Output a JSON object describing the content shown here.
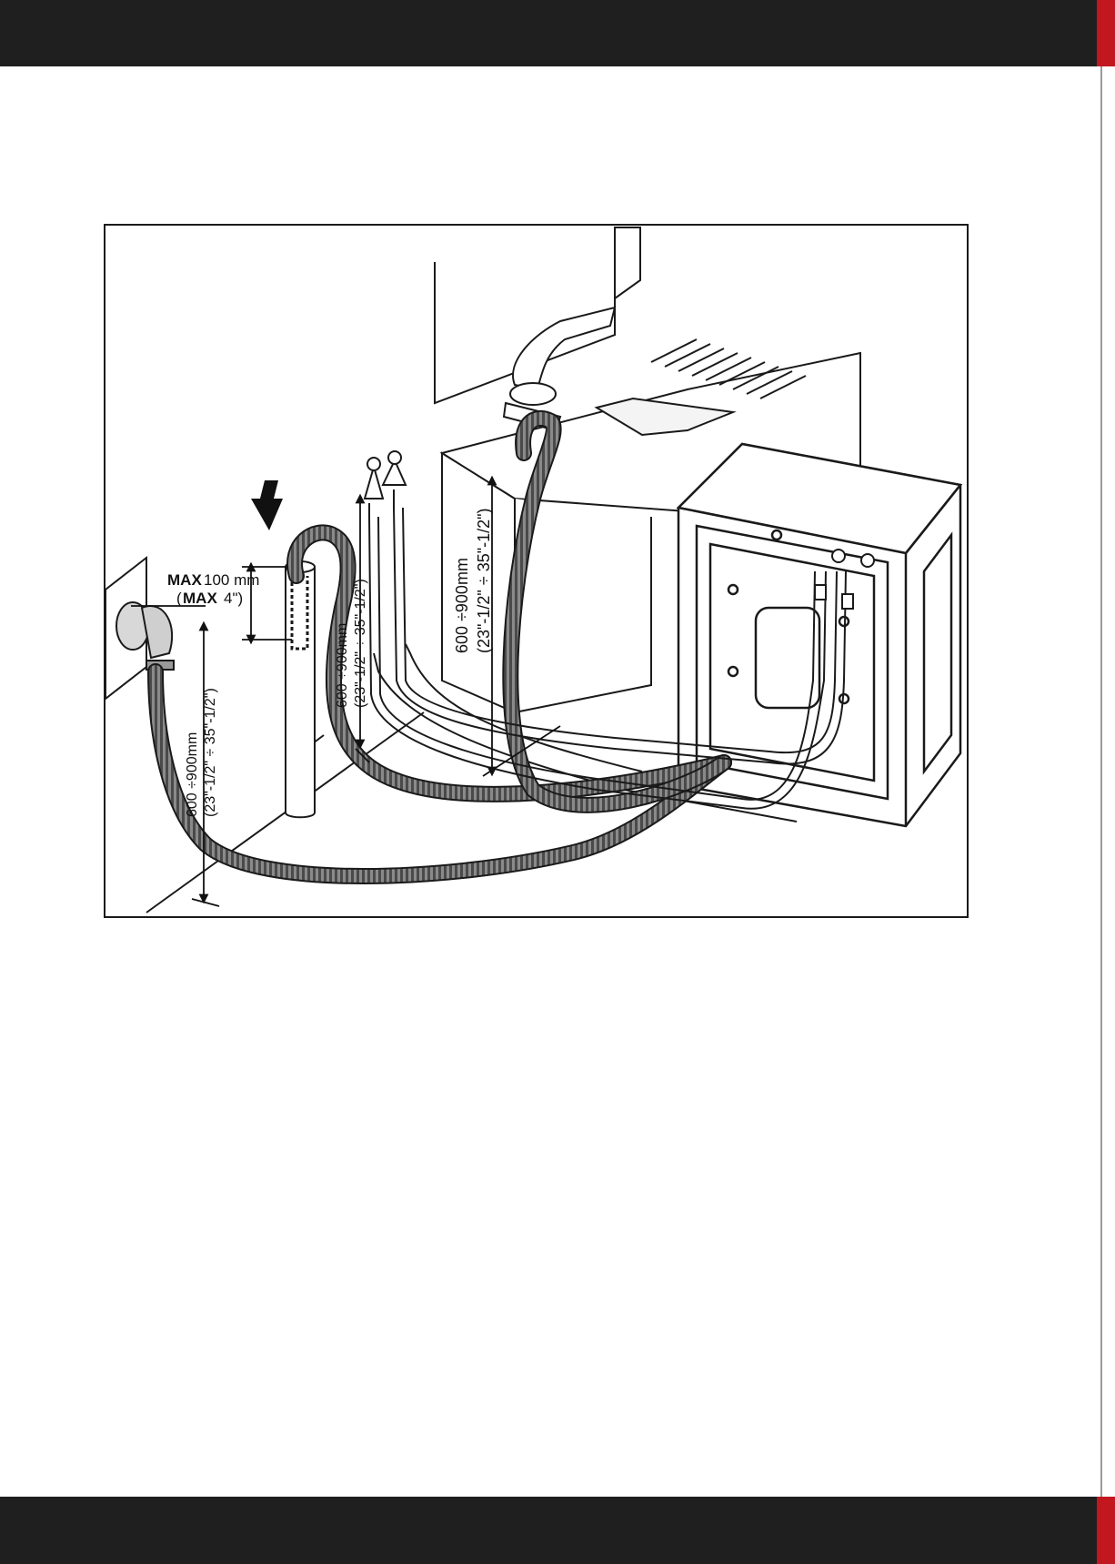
{
  "figure": {
    "labels": {
      "max_bold": "MAX",
      "max_value": "100 mm",
      "max_inch_bold": "MAX",
      "max_inch_value": "4\")",
      "max_inch_open": "(",
      "left_dim_mm": "600 ÷900mm",
      "left_dim_in": "(23\"-1/2\" ÷ 35\"-1/2\")",
      "mid_dim_mm": "600 ÷900mm",
      "mid_dim_in": "(23\"-1/2\" ÷ 35\"-1/2\")",
      "right_dim_mm": "600 ÷900mm",
      "right_dim_in": "(23\"-1/2\" ÷ 35\"-1/2\")"
    },
    "colors": {
      "band": "#1f1f1f",
      "accent": "#c3171f",
      "hose": "#6d6d6d",
      "line": "#1a1a1a"
    }
  }
}
